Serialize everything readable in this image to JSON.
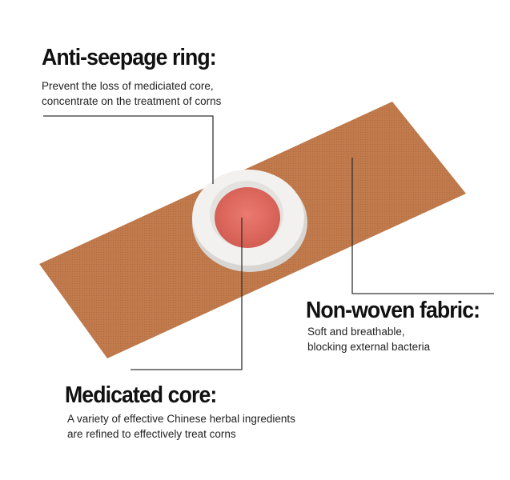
{
  "callouts": {
    "ring": {
      "title": "Anti-seepage ring:",
      "lines": [
        "Prevent the loss of mediciated core,",
        "concentrate on the treatment of corns"
      ]
    },
    "fabric": {
      "title": "Non-woven fabric:",
      "lines": [
        "Soft and breathable,",
        "blocking external bacteria"
      ]
    },
    "core": {
      "title": "Medicated core:",
      "lines": [
        "A variety of effective Chinese herbal ingredients",
        "are refined to effectively treat corns"
      ]
    }
  },
  "colors": {
    "plaster": "#c07a4c",
    "ring": "#f2f1ef",
    "core": "#e0675f",
    "leader": "#333333"
  }
}
